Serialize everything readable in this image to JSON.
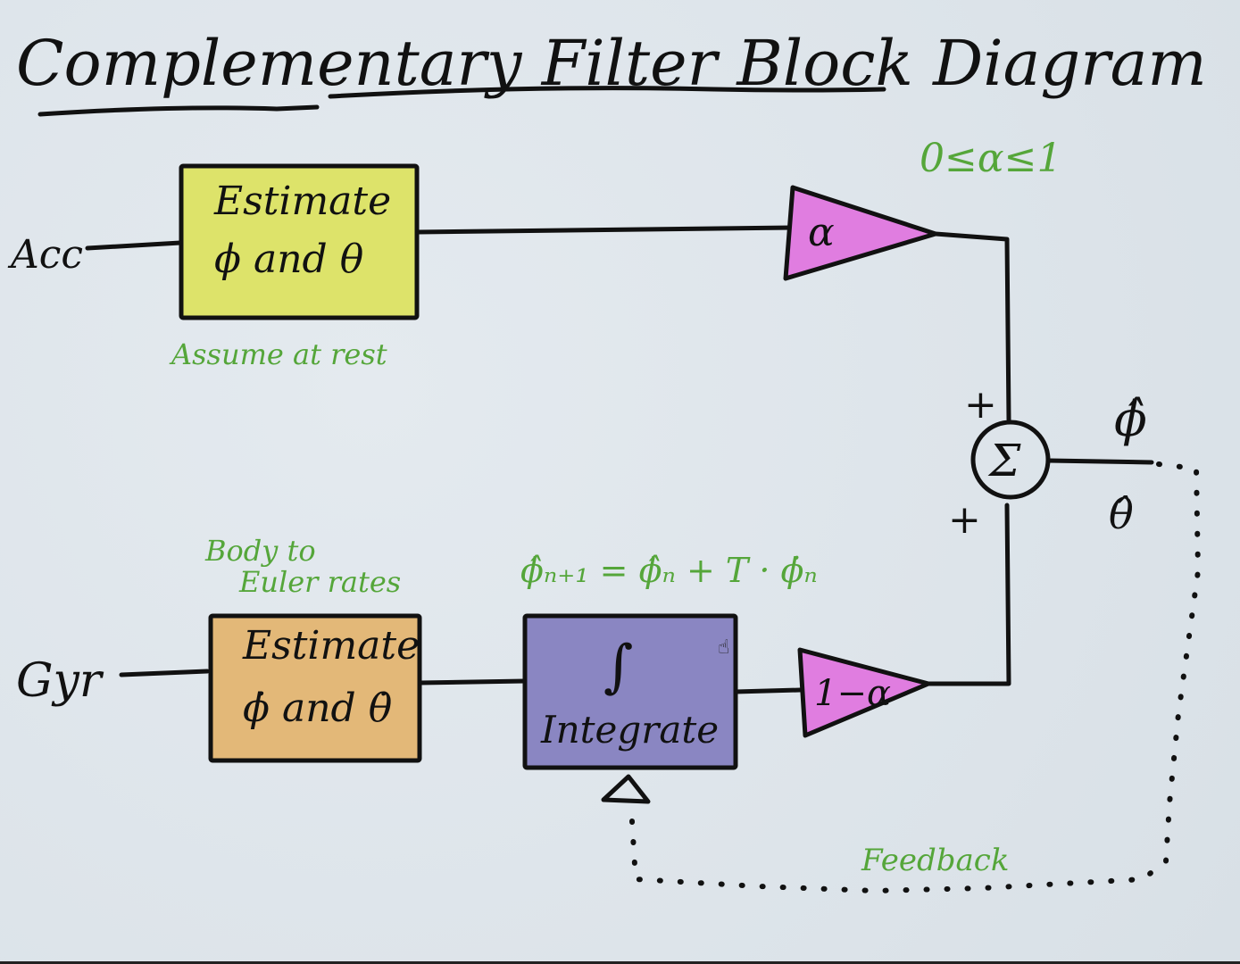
{
  "title": "Complementary Filter Block Diagram",
  "colors": {
    "background": "#dfe6ec",
    "ink": "#111111",
    "annotation_green": "#55a63a",
    "acc_block": "#dde36a",
    "gyr_block": "#e3b878",
    "integrate_block": "#8a86c2",
    "gain": "#e07de0"
  },
  "inputs": {
    "acc": "Acc",
    "gyr": "Gyr"
  },
  "blocks": {
    "acc_estimate": {
      "line1": "Estimate",
      "line2": "ϕ and θ"
    },
    "gyr_estimate": {
      "line1": "Estimate",
      "line2": "ϕ̇ and θ̇"
    },
    "integrate": {
      "symbol": "∫",
      "label": "Integrate"
    },
    "gain_alpha": {
      "label": "α"
    },
    "gain_one_minus_alpha": {
      "label": "1−α"
    },
    "sum": {
      "symbol": "Σ",
      "plus_top": "+",
      "plus_bottom": "+"
    }
  },
  "annotations": {
    "alpha_range": "0≤α≤1",
    "assume_rest": "Assume at rest",
    "body_to": "Body to",
    "euler_rates": "Euler rates",
    "integration_formula": "ϕ̂ₙ₊₁ = ϕ̂ₙ + T · ϕ̇ₙ",
    "feedback": "Feedback"
  },
  "outputs": {
    "phi_hat": "ϕ̂",
    "theta_hat": "θ̂"
  }
}
